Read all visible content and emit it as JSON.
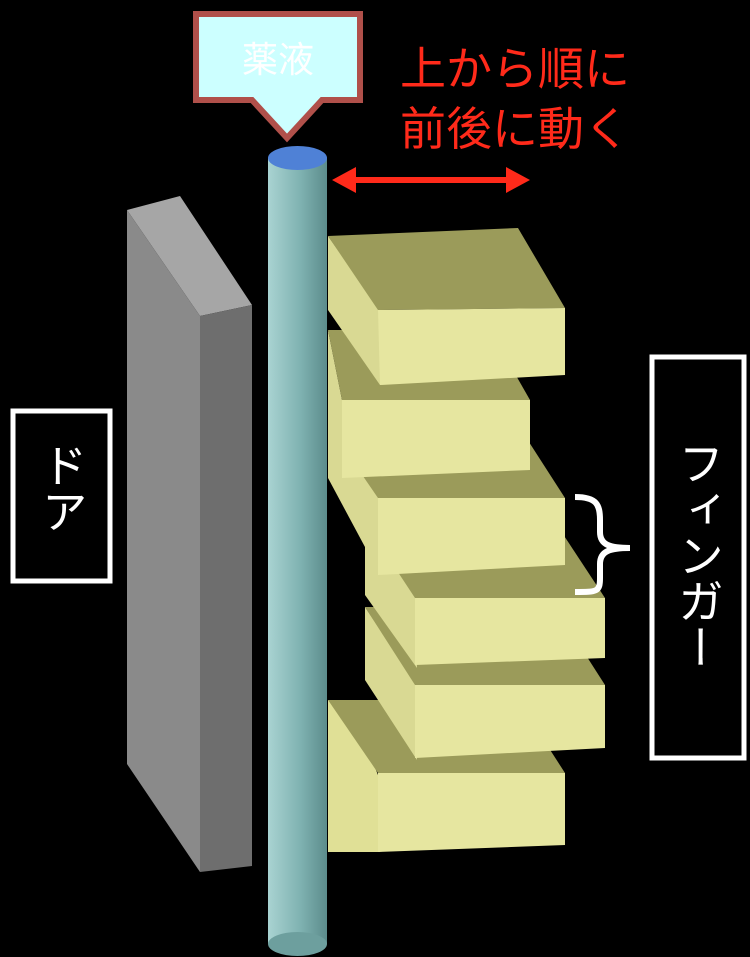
{
  "labels": {
    "drug": "薬液",
    "motion_line1": "上から順に",
    "motion_line2": "前後に動く",
    "door": "ドア",
    "finger": "フィンガー"
  },
  "colors": {
    "background": "#000000",
    "drug_box_fill": "#ccffff",
    "drug_box_stroke": "#b0504a",
    "motion_text": "#ff2a1a",
    "motion_arrow": "#ff2a1a",
    "door_front": "#808080",
    "door_side": "#6e6e6e",
    "door_top": "#a6a6a6",
    "tube_body": "#7aaead",
    "tube_cap": "#4f81d6",
    "finger_top": "#9b9b5a",
    "finger_front": "#e6e6a0",
    "finger_side": "#d4d48c",
    "label_box_stroke": "#ffffff",
    "label_text": "#ffffff"
  },
  "fingers": {
    "count": 6
  }
}
